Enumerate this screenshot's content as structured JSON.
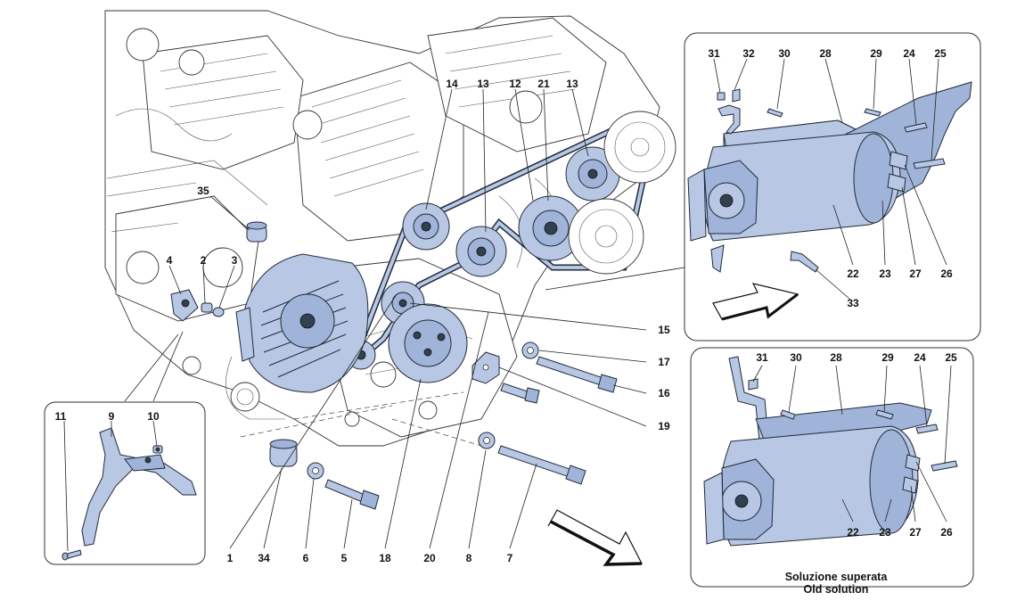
{
  "main_labels": [
    "14",
    "13",
    "12",
    "21",
    "13",
    "35",
    "4",
    "2",
    "3",
    "15",
    "17",
    "16",
    "19",
    "1",
    "34",
    "6",
    "5",
    "18",
    "20",
    "8",
    "7"
  ],
  "inset_top_labels": [
    "31",
    "32",
    "30",
    "28",
    "29",
    "24",
    "25",
    "22",
    "23",
    "27",
    "26",
    "33"
  ],
  "inset_bottom_labels": [
    "31",
    "30",
    "28",
    "29",
    "24",
    "25",
    "22",
    "23",
    "27",
    "26"
  ],
  "inset_left_labels": [
    "11",
    "9",
    "10"
  ],
  "old_solution": {
    "line1": "Soluzione superata",
    "line2": "Old solution"
  },
  "colors": {
    "part_fill": "#b8c8e4",
    "part_shade": "#9fb4d8",
    "outline": "#1f2a3a"
  },
  "icons": {
    "direction_arrow_inset": "arrow-icon",
    "direction_arrow_main": "arrow-icon"
  }
}
